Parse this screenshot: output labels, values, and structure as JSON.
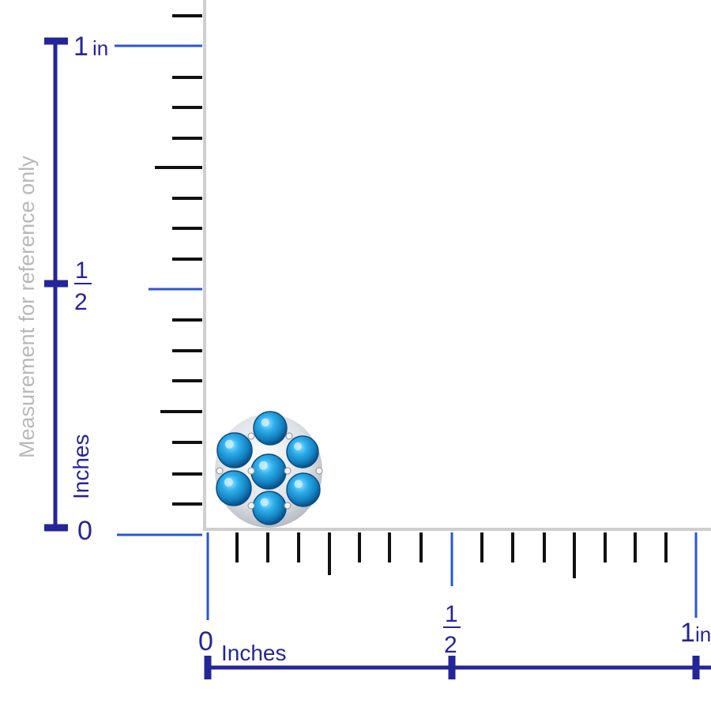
{
  "vertical_scale": {
    "unit_label": "Inches",
    "disclaimer": "Measurement for reference only",
    "labels": {
      "zero": "0",
      "half_num": "1",
      "half_den": "2",
      "one": "1",
      "one_unit": "in"
    }
  },
  "horizontal_scale": {
    "unit_label": "Inches",
    "labels": {
      "zero": "0",
      "half_num": "1",
      "half_den": "2",
      "one": "1",
      "one_unit": "in"
    }
  },
  "product": {
    "icon": "gemstone-flower-cluster-earring",
    "description_visible": false
  },
  "colors": {
    "scale_navy": "#25259a",
    "guide_blue": "#2a57d0",
    "tick_black": "#111111",
    "frame_grey": "#cfcfcf",
    "disclaimer_grey": "#b9b9b9",
    "gem_blue": "#1e9bd8",
    "metal_silver": "#d9dde2"
  }
}
